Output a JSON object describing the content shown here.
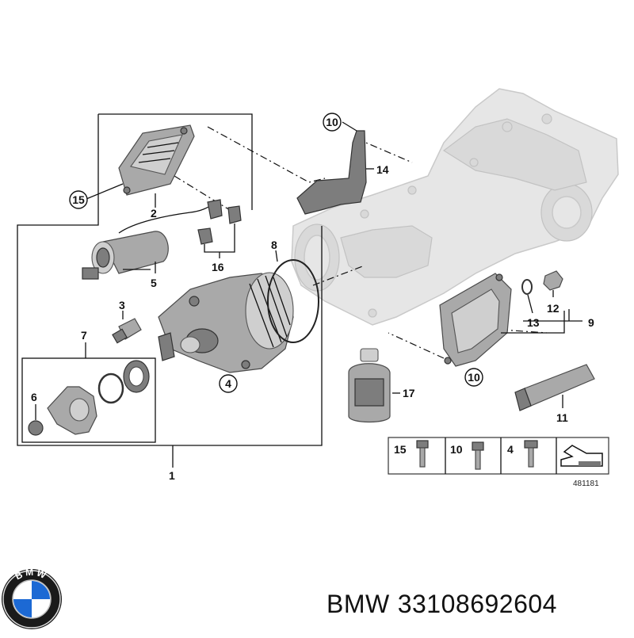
{
  "callouts": {
    "c1": "1",
    "c2": "2",
    "c3": "3",
    "c4": "4",
    "c5": "5",
    "c6": "6",
    "c7": "7",
    "c8": "8",
    "c9": "9",
    "c10a": "10",
    "c10b": "10",
    "c11": "11",
    "c12": "12",
    "c13": "13",
    "c14": "14",
    "c15": "15",
    "c16": "16",
    "c17": "17"
  },
  "fastener_legend": {
    "f15": "15",
    "f10": "10",
    "f4": "4"
  },
  "diagram_number": "481181",
  "brand": {
    "name": "BMW",
    "part_number": "33108692604",
    "logo_letters": "BMW"
  },
  "colors": {
    "logo_blue": "#1c69d4",
    "logo_ring": "#1a1a1a"
  }
}
